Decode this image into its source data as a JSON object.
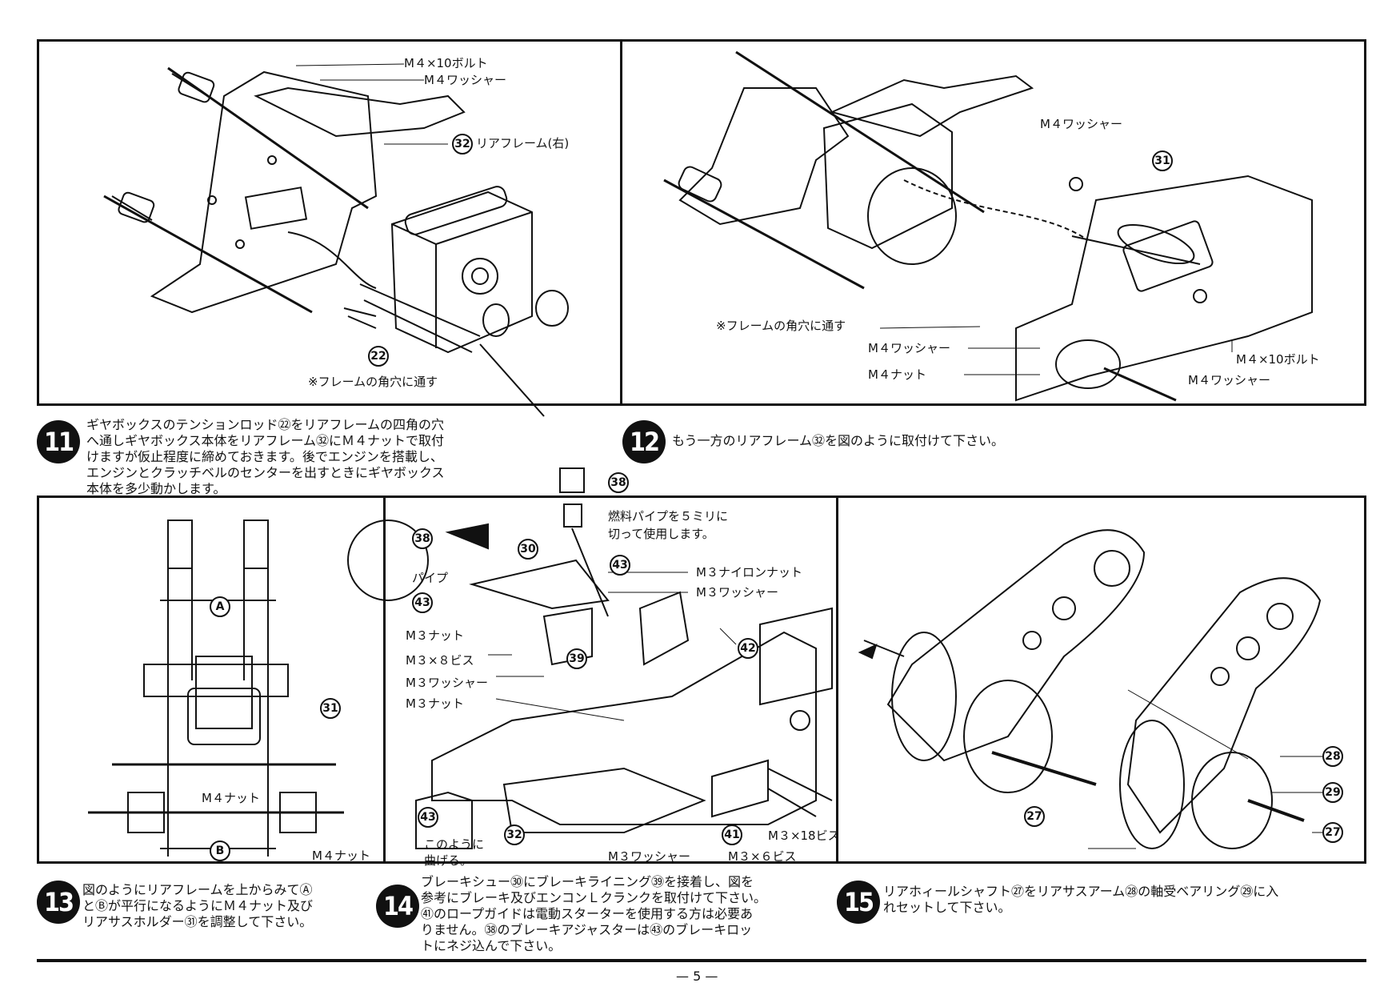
{
  "panel11": {
    "labels": {
      "bolt": "M４×10ボルト",
      "washer": "M４ワッシャー",
      "frame_part": "リアフレーム(右)",
      "frame_num": "32",
      "rod_num": "22",
      "note": "※フレームの角穴に通す"
    },
    "step": "11",
    "text": [
      "ギヤボックスのテンションロッド㉒をリアフレームの四角の穴",
      "へ通しギヤボックス本体をリアフレーム㉜にＭ４ナットで取付",
      "けますが仮止程度に締めておきます。後でエンジンを搭載し、",
      "エンジンとクラッチベルのセンターを出すときにギヤボックス",
      "本体を多少動かします。"
    ]
  },
  "panel12": {
    "labels": {
      "washer_top": "M４ワッシャー",
      "part_num": "31",
      "note": "※フレームの角穴に通す",
      "washer_left": "M４ワッシャー",
      "nut": "M４ナット",
      "bolt": "M４×10ボルト",
      "washer_right": "M４ワッシャー"
    },
    "step": "12",
    "text": [
      "もう一方のリアフレーム㉜を図のように取付けて下さい。"
    ]
  },
  "panel13": {
    "labels": {
      "dim_a": "A",
      "dim_b": "B",
      "part_num": "31",
      "nut1": "M４ナット",
      "nut2": "M４ナット"
    },
    "step": "13",
    "text": [
      "図のようにリアフレームを上からみてⒶ",
      "とⒷが平行になるようにＭ４ナット及び",
      "リアサスホルダー㉛を調整して下さい。"
    ]
  },
  "panel14": {
    "labels": {
      "n38a": "38",
      "fuel_pipe1": "燃料パイプを５ミリに",
      "fuel_pipe2": "切って使用します。",
      "n38b": "38",
      "pipe": "パイプ",
      "n43a": "43",
      "n30": "30",
      "n43b": "43",
      "m3_nylon_nut": "M３ナイロンナット",
      "m3_washer_top": "M３ワッシャー",
      "n42": "42",
      "m3_nut1": "M３ナット",
      "n39": "39",
      "m3x8": "M３×８ビス",
      "m3_washer_mid": "M３ワッシャー",
      "m3_nut2": "M３ナット",
      "n43c": "43",
      "bend1": "このように",
      "bend2": "曲げる。",
      "n32": "32",
      "n41": "41",
      "m3x18": "M３×18ビス",
      "m3_washer_bot": "M３ワッシャー",
      "m3x6": "M３×６ビス"
    },
    "step": "14",
    "text": [
      "ブレーキシュー㉚にブレーキライニング㊴を接着し、図を",
      "参考にブレーキ及びエンコンＬクランクを取付けて下さい。",
      "㊶のロープガイドは電動スターターを使用する方は必要あ",
      "りません。㊳のブレーキアジャスターは㊸のブレーキロッ",
      "トにネジ込んで下さい。"
    ]
  },
  "panel15": {
    "labels": {
      "n28": "28",
      "n29": "29",
      "n27a": "27",
      "n27b": "27"
    },
    "step": "15",
    "text": [
      "リアホィールシャフト㉗をリアサスアーム㉘の軸受ベアリング㉙に入",
      "れセットして下さい。"
    ]
  },
  "page_number": "— 5 —"
}
